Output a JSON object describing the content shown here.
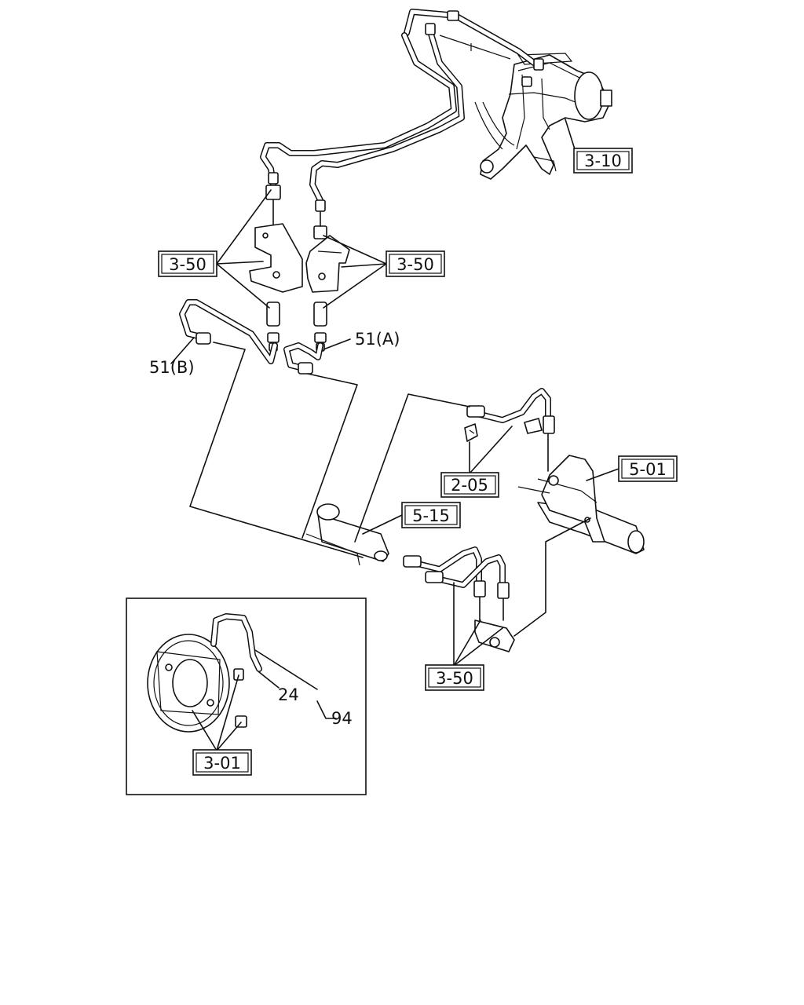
{
  "callouts": {
    "c310": "3-10",
    "c350_left": "3-50",
    "c350_right": "3-50",
    "c51a": "51(A)",
    "c51b": "51(B)",
    "c205": "2-05",
    "c501": "5-01",
    "c515": "5-15",
    "c350_bottom": "3-50",
    "c24": "24",
    "c94": "94",
    "c301": "3-01"
  }
}
